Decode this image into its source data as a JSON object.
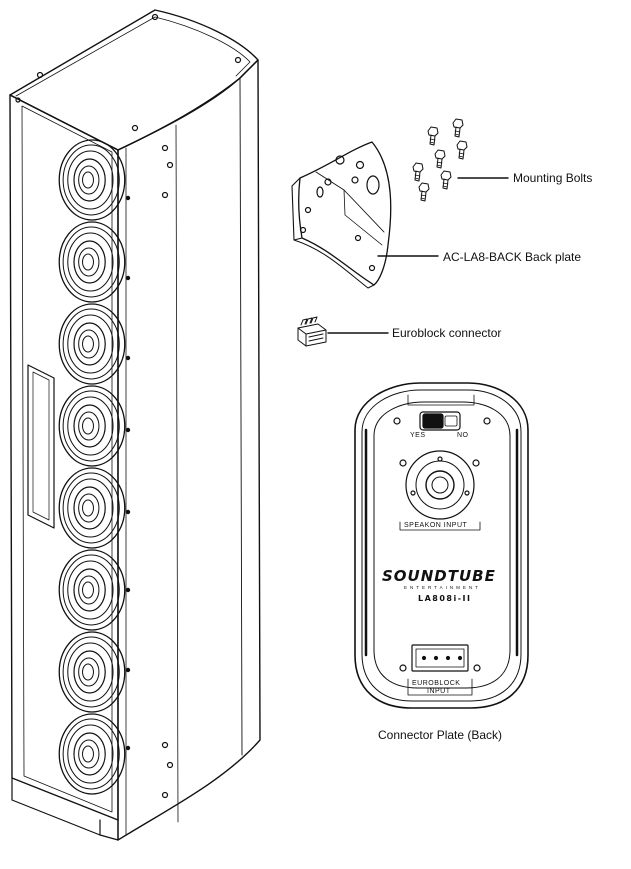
{
  "labels": {
    "mounting_bolts": "Mounting Bolts",
    "back_plate": "AC-LA8-BACK Back plate",
    "euroblock_connector": "Euroblock connector",
    "connector_plate": "Connector Plate (Back)"
  },
  "plate": {
    "switch_yes": "YES",
    "switch_no": "NO",
    "speakon_input": "SPEAKON INPUT",
    "brand": "SOUNDTUBE",
    "brand_sub": "ENTERTAINMENT",
    "model": "LA808i-II",
    "euroblock_input_line1": "EUROBLOCK",
    "euroblock_input_line2": "INPUT"
  },
  "speaker": {
    "driver_count": 8
  }
}
